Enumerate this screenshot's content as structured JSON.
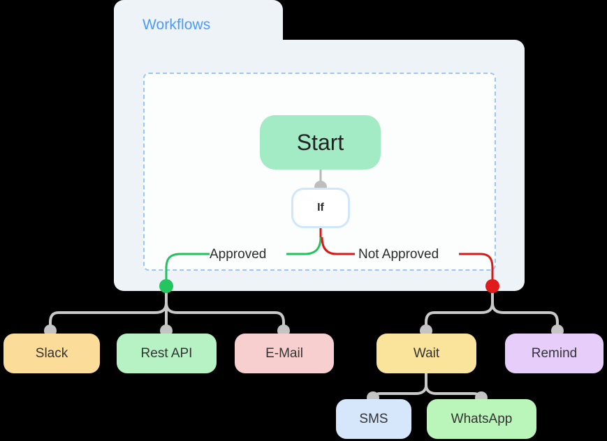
{
  "panel": {
    "tab_label": "Workflows",
    "tab_color": "#4a9bfb",
    "background": "#eef3f7",
    "canvas_background": "#fcfdfd",
    "canvas_border_color": "#9cc4f7"
  },
  "diagram": {
    "type": "workflow-flowchart",
    "nodes": [
      {
        "id": "start",
        "label": "Start",
        "color": "#a3ebc5",
        "shape": "rounded-rect"
      },
      {
        "id": "if",
        "label": "If",
        "color": "#ffffff",
        "border_color": "#cfe6fb",
        "shape": "rounded-rect-outline"
      },
      {
        "id": "slack",
        "label": "Slack",
        "color": "#fbdd99",
        "shape": "rounded-rect"
      },
      {
        "id": "restapi",
        "label": "Rest API",
        "color": "#b6f2c4",
        "shape": "rounded-rect"
      },
      {
        "id": "email",
        "label": "E-Mail",
        "color": "#f8cfcf",
        "shape": "rounded-rect"
      },
      {
        "id": "wait",
        "label": "Wait",
        "color": "#fae39a",
        "shape": "rounded-rect"
      },
      {
        "id": "remind",
        "label": "Remind",
        "color": "#e6cdfa",
        "shape": "rounded-rect"
      },
      {
        "id": "sms",
        "label": "SMS",
        "color": "#d6e7fb",
        "shape": "rounded-rect"
      },
      {
        "id": "whatsapp",
        "label": "WhatsApp",
        "color": "#baf5ba",
        "shape": "rounded-rect"
      }
    ],
    "edges": [
      {
        "from": "start",
        "to": "if",
        "label": "",
        "color": "#b8b8b8"
      },
      {
        "from": "if",
        "to": "approved",
        "label": "Approved",
        "color": "#1ec35c"
      },
      {
        "from": "if",
        "to": "rejected",
        "label": "Not Approved",
        "color": "#d61a1a"
      },
      {
        "from": "approved",
        "to": "slack",
        "label": "",
        "color": "#c9c9c9"
      },
      {
        "from": "approved",
        "to": "restapi",
        "label": "",
        "color": "#c9c9c9"
      },
      {
        "from": "approved",
        "to": "email",
        "label": "",
        "color": "#c9c9c9"
      },
      {
        "from": "rejected",
        "to": "wait",
        "label": "",
        "color": "#c9c9c9"
      },
      {
        "from": "rejected",
        "to": "remind",
        "label": "",
        "color": "#c9c9c9"
      },
      {
        "from": "wait",
        "to": "sms",
        "label": "",
        "color": "#c9c9c9"
      },
      {
        "from": "wait",
        "to": "whatsapp",
        "label": "",
        "color": "#c9c9c9"
      }
    ],
    "branch_labels": {
      "approved": "Approved",
      "not_approved": "Not Approved"
    },
    "branch_colors": {
      "approved": "#1ec35c",
      "not_approved": "#d61a1a",
      "connector": "#c9c9c9"
    }
  }
}
